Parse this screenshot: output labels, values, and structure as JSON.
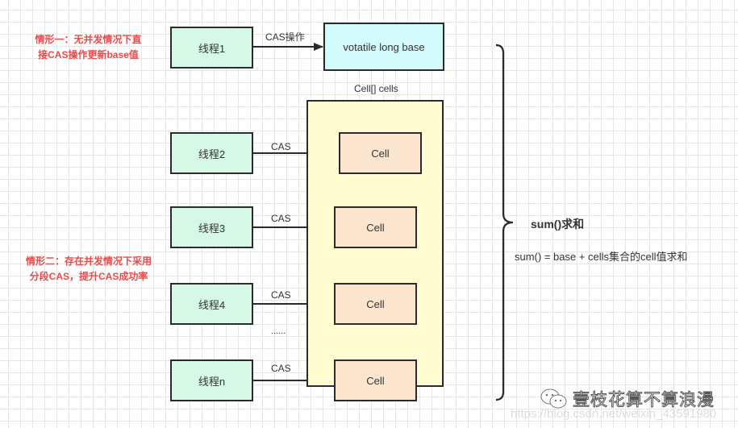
{
  "notes": {
    "case1": [
      "情形一：无并发情况下直",
      "接CAS操作更新base值"
    ],
    "case2": [
      "情形二：存在并发情况下采用",
      "分段CAS，提升CAS成功率"
    ]
  },
  "top": {
    "thread": "线程1",
    "arrow_label": "CAS操作",
    "base": "votatile long base"
  },
  "cells_container": {
    "title": "Cell[] cells"
  },
  "rows": [
    {
      "thread": "线程2",
      "arrow_label": "CAS",
      "cell": "Cell"
    },
    {
      "thread": "线程3",
      "arrow_label": "CAS",
      "cell": "Cell"
    },
    {
      "thread": "线程4",
      "arrow_label": "CAS",
      "cell": "Cell"
    },
    {
      "thread": "线程n",
      "arrow_label": "CAS",
      "cell": "Cell"
    }
  ],
  "ellipsis": "......",
  "sum": {
    "title": "sum()求和",
    "formula": "sum() = base + cells集合的cell值求和"
  },
  "watermark": {
    "name": "壹枝花算不算浪漫",
    "url": "https://blog.csdn.net/weixin_43591980"
  },
  "colors": {
    "thread_fill": "#d5f9e6",
    "cell_fill": "#fbe5cf",
    "base_fill": "#d4fbfc",
    "container_fill": "#fffcd2",
    "note_text": "#e84c4c",
    "stroke": "#2b2b2b"
  }
}
